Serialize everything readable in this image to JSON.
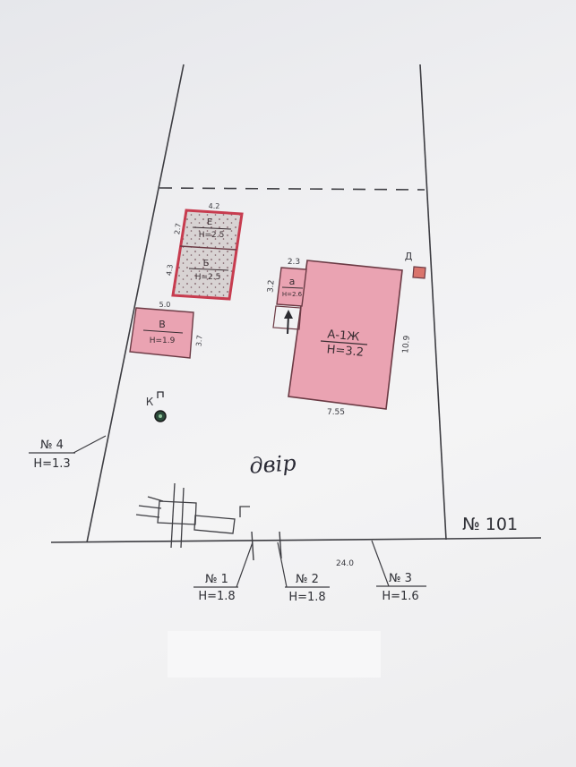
{
  "colors": {
    "building_fill": "#eaa3b2",
    "building_stroke": "#6b3a44",
    "garage_stroke": "#c73c4f",
    "line": "#3d3d42"
  },
  "plot": {
    "yard_label": "двір",
    "neighbor_label": "№ 101",
    "front_length": "24.0"
  },
  "buildings": {
    "main": {
      "label": "А-1Ж",
      "height": "Н=3.2",
      "width_dim": "7.55",
      "depth_dim": "10.9"
    },
    "porch": {
      "label": "а",
      "height": "Н=2.6",
      "width_dim": "2.3",
      "depth_dim": "3.2"
    },
    "shed_b": {
      "label": "Б",
      "height": "Н=2.5",
      "depth_dim": "4.3"
    },
    "shed_e": {
      "label": "Е",
      "height": "Н=2.5",
      "width_dim": "4.2",
      "depth_dim": "2.7"
    },
    "shed_v": {
      "label": "В",
      "height": "Н=1.9",
      "width_dim": "5.0",
      "depth_dim": "3.7"
    },
    "small_d": {
      "label": "Д"
    }
  },
  "well": {
    "label": "К"
  },
  "gate": {
    "label": "Г"
  },
  "fence_marks": [
    {
      "number": "№ 1",
      "height": "Н=1.8"
    },
    {
      "number": "№ 2",
      "height": "Н=1.8"
    },
    {
      "number": "№ 3",
      "height": "Н=1.6"
    },
    {
      "number": "№ 4",
      "height": "Н=1.3"
    }
  ]
}
